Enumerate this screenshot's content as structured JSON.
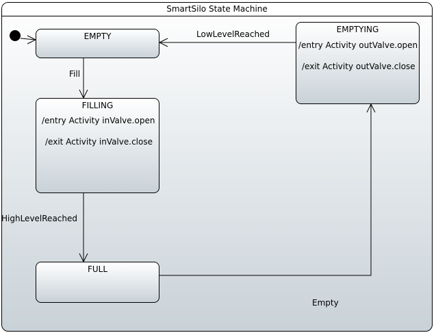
{
  "diagram": {
    "title": "SmartSilo State Machine",
    "states": {
      "empty": {
        "name": "EMPTY"
      },
      "filling": {
        "name": "FILLING",
        "entry": "/entry Activity inValve.open",
        "exit": "/exit Activity inValve.close"
      },
      "full": {
        "name": "FULL"
      },
      "emptying": {
        "name": "EMPTYING",
        "entry": "/entry Activity outValve.open",
        "exit": "/exit Activity outValve.close"
      }
    },
    "transitions": {
      "fill": "Fill",
      "high_level_reached": "HighLevelReached",
      "empty": "Empty",
      "low_level_reached": "LowLevelReached"
    }
  }
}
